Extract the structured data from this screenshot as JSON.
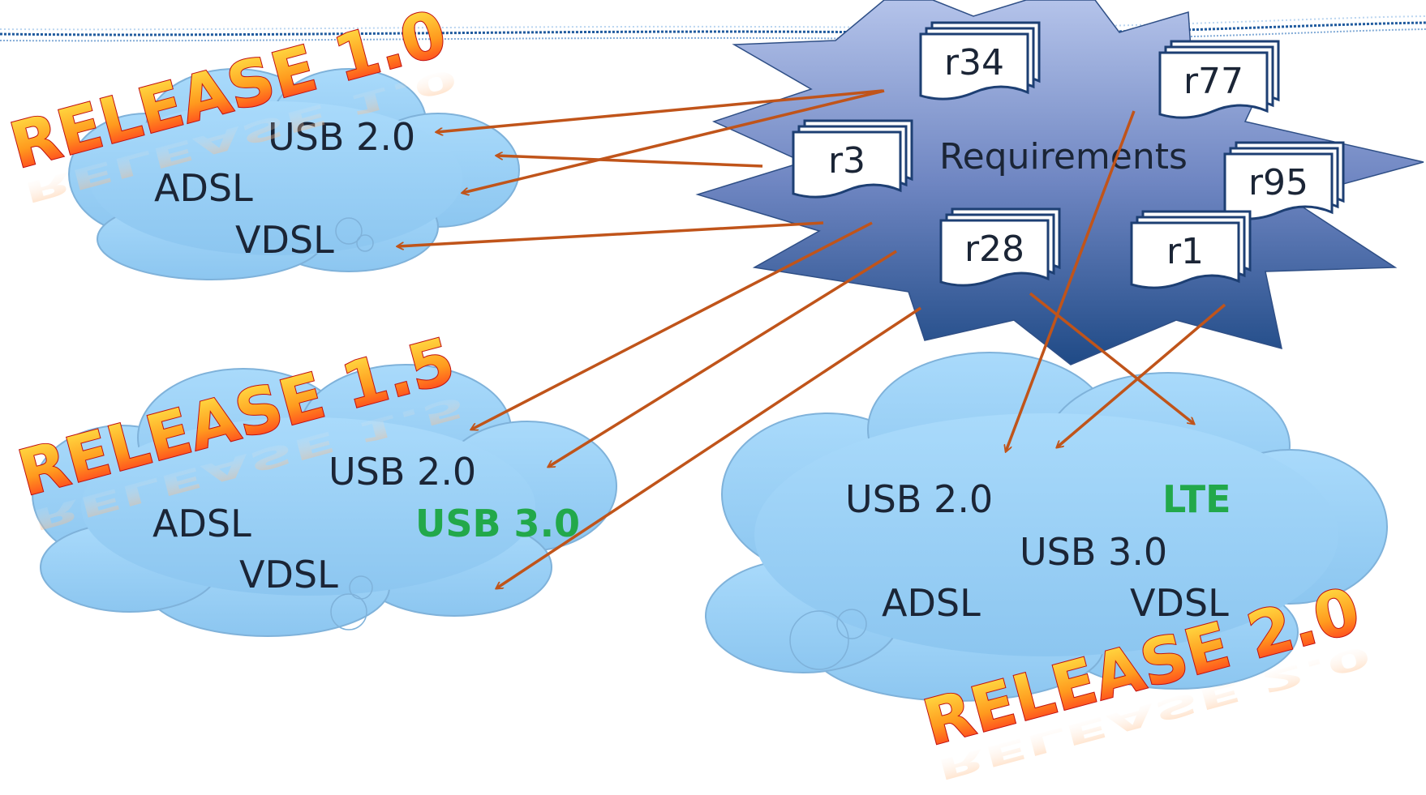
{
  "requirements": {
    "title": "Requirements",
    "docs": [
      "r34",
      "r77",
      "r3",
      "r95",
      "r28",
      "r1"
    ]
  },
  "releases": [
    {
      "title": "RELEASE 1.0",
      "items": [
        "USB 2.0",
        "ADSL",
        "VDSL"
      ]
    },
    {
      "title": "RELEASE 1.5",
      "items": [
        "USB 2.0",
        "ADSL",
        "USB 3.0",
        "VDSL"
      ],
      "new_items": [
        "USB 3.0"
      ]
    },
    {
      "title": "RELEASE 2.0",
      "items": [
        "USB 2.0",
        "LTE",
        "USB 3.0",
        "ADSL",
        "VDSL"
      ],
      "new_items": [
        "LTE"
      ]
    }
  ],
  "colors": {
    "cloud_fill": "#9ed0f5",
    "star_top": "#a9b9e2",
    "star_bottom": "#1f4a86",
    "arrow": "#c0541a",
    "new_item": "#22a84a",
    "release_text_top": "#ffe94a",
    "release_text_bottom": "#ff1e1e"
  }
}
